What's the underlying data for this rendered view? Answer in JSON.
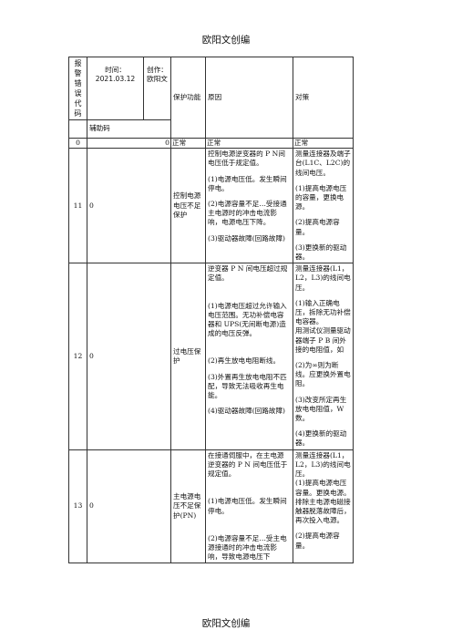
{
  "header_text": "欧阳文创编",
  "footer_text": "欧阳文创编",
  "table": {
    "col_alarm_code": "报警错误代码",
    "time_label": "时间：",
    "time_value": "2021.03.12",
    "author_label": "创作：",
    "author_value": "欧阳文",
    "aux_code_label": "辅助码",
    "col_function": "保护功能",
    "col_cause": "原因",
    "col_action": "对策",
    "rows": [
      {
        "code": "0",
        "aux": "0",
        "function": "正常",
        "causes": [
          "正常"
        ],
        "actions": [
          "正常"
        ]
      },
      {
        "code": "11",
        "aux": "0",
        "function": "控制电源电压不足保护",
        "causes": [
          "控制电源逆变器的 P N间电压低于规定值。",
          "(1)电源电压低。发生瞬间停电。",
          "(2)电源容量不足…受接通主电源时的冲击电流影响，电源电压下降。",
          "(3)驱动器故障(回路故障)"
        ],
        "actions": [
          "测量连接器及端子台(L1C、L2C)的线间电压。",
          "(1)提高电源电压的容量，更换电源。",
          "(2)提高电源容量。",
          "(3)更换新的驱动器。"
        ]
      },
      {
        "code": "12",
        "aux": "0",
        "function": "过电压保护",
        "causes": [
          "逆变器 P N 间电压超过规定值。",
          "(1)电源电压超过允许输入电压范围。无功补偿电容器和 UPS(无间断电源)造成的电压反弹。",
          "(2)再生放电电阻断线。",
          "(3)外置再生放电电阻不匹配，导致无法吸收再生电能。",
          "(4)驱动器故障(回路故障)"
        ],
        "actions": [
          "测量连接器(L1，L2，L3)的线间电压。",
          "(1)输入正确电压，拆除无功补偿电容器。",
          "用测试仪测量驱动器端子 P B 间外接的电阻值，如",
          "(2)为∞则为断线。应更换外置电阻。",
          "(3)改变所定再生放电电阻值，W数。",
          "(4)更换新的驱动器。"
        ]
      },
      {
        "code": "13",
        "aux": "0",
        "function": "主电源电压不足保护(PN)",
        "causes": [
          "在接通伺服中，在主电源逆变器的 P N 间电压低于规定值。",
          "(1)电源电压低。发生瞬间停电。",
          "(2)电源容量不足…受主电源接通时的冲击电流影响，导致电源电压下"
        ],
        "actions": [
          "测量连接器(L1，L2，L3)的线间电压。",
          "(1)提高电源电压容量。更换电源。排除主电源电磁接触器脱落故障后，再次投入电源。",
          "(2)提高电源容量。"
        ]
      }
    ]
  }
}
